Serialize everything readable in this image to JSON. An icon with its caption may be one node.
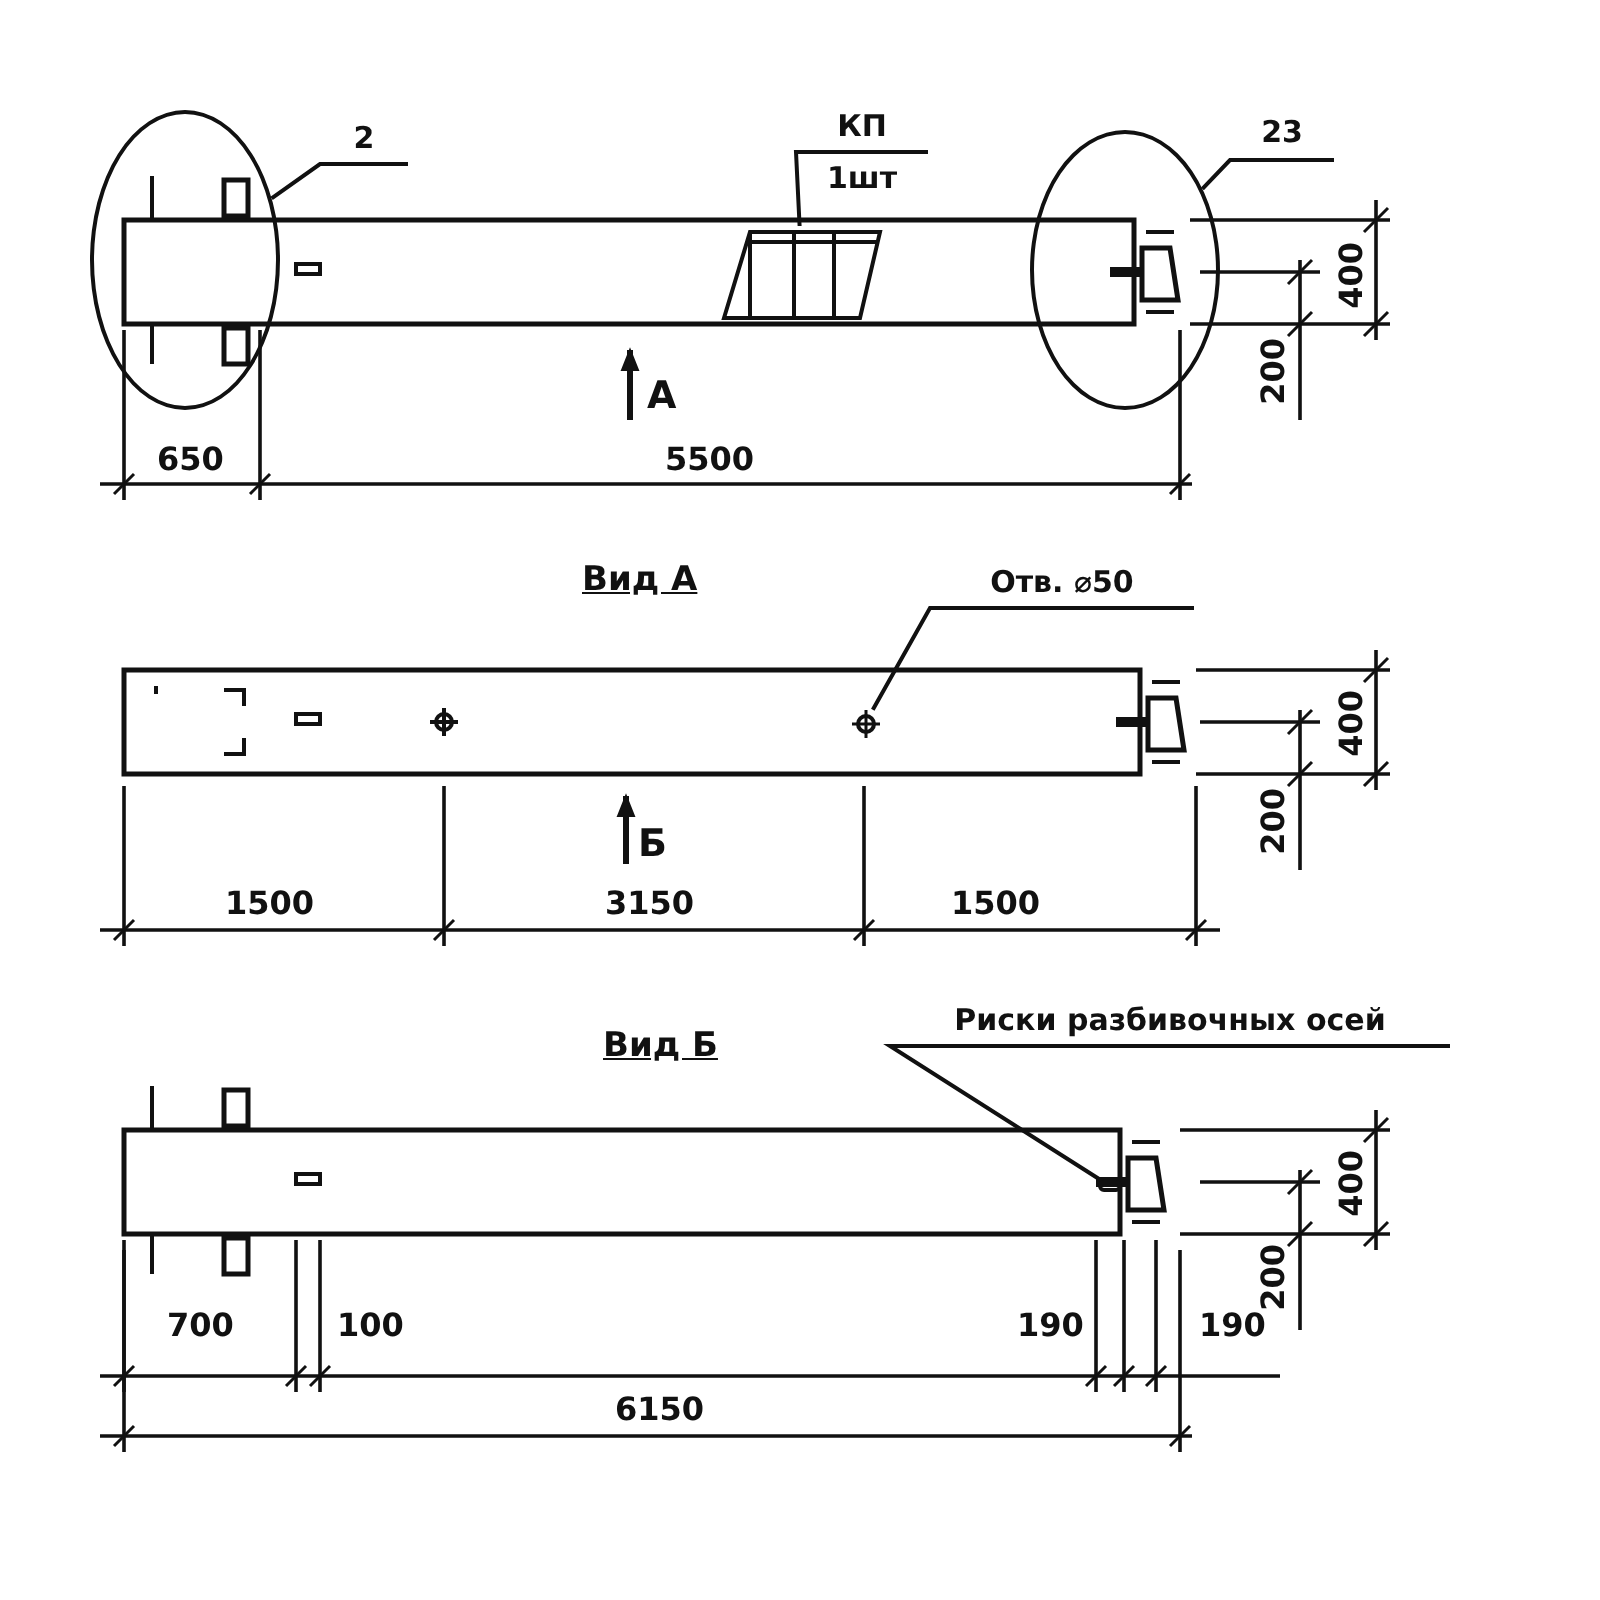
{
  "diagram": {
    "nodes": [
      {
        "text": [
          "2"
        ]
      },
      {
        "text": [],
        "shape": "circle"
      },
      {
        "text": [
          "КП",
          "1шт"
        ]
      },
      {
        "text": [],
        "shape": "box"
      },
      {
        "text": [
          "23"
        ]
      },
      {
        "text": [],
        "shape": "circle"
      },
      {
        "text": [
          "Отв. ⌀50"
        ]
      },
      {
        "text": [],
        "shape": "circle"
      },
      {
        "text": [
          "Риски разбивочных осей"
        ]
      },
      {
        "text": [],
        "shape": "bar"
      }
    ],
    "edges": [
      {
        "from": 0,
        "to": 1,
        "arrow": "none"
      },
      {
        "from": 2,
        "to": 3,
        "arrow": "none"
      },
      {
        "from": 4,
        "to": 5,
        "arrow": "none"
      },
      {
        "from": 6,
        "to": 7,
        "arrow": "none"
      },
      {
        "from": 8,
        "to": 9,
        "arrow": "none"
      }
    ],
    "labels": [
      "650",
      "5500",
      "400",
      "200",
      "А",
      "Вид А",
      "400",
      "200",
      "1500",
      "3150",
      "1500",
      "Б",
      "Вид Б",
      "400",
      "200",
      "700",
      "100",
      "190",
      "190",
      "6150"
    ]
  }
}
